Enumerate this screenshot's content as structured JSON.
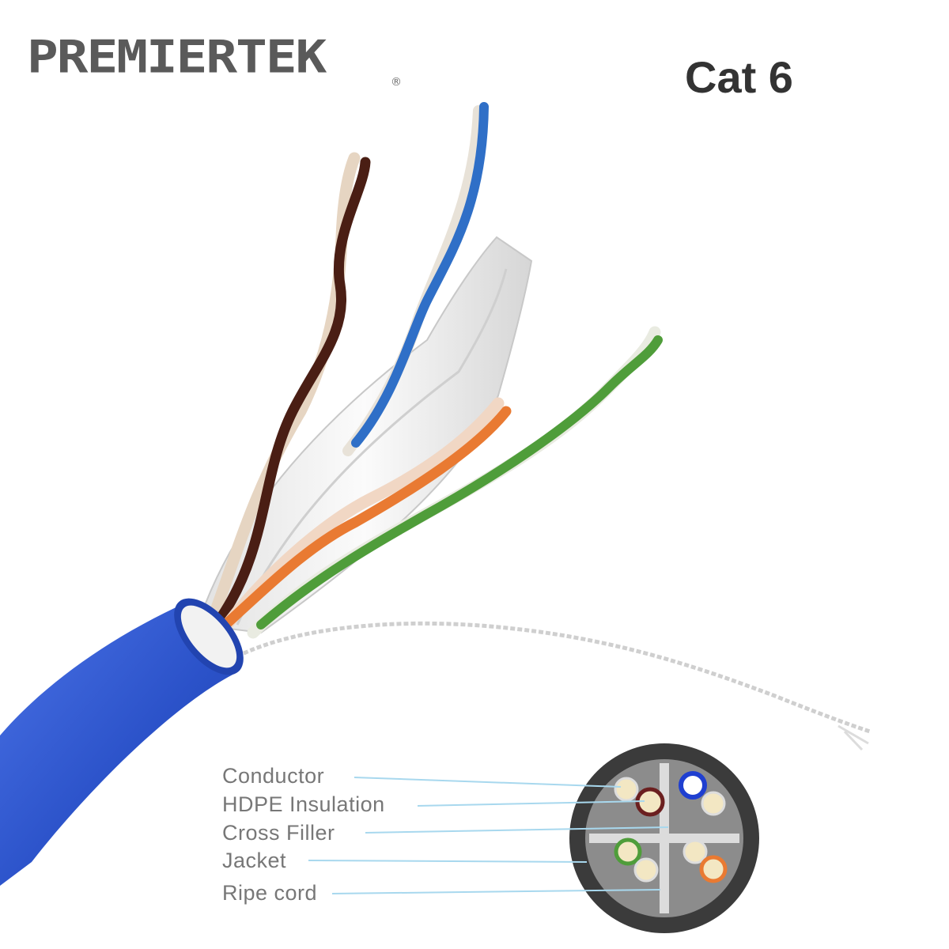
{
  "brand": {
    "logo_text": "PREMIERTEK",
    "registered_mark": "®"
  },
  "product": {
    "category": "Cat 6"
  },
  "cross_section_legend": {
    "items": [
      {
        "label": "Conductor"
      },
      {
        "label": "HDPE Insulation"
      },
      {
        "label": "Cross Filler"
      },
      {
        "label": "Jacket"
      },
      {
        "label": "Ripe cord"
      }
    ]
  },
  "colors": {
    "jacket_blue": "#2d54c8",
    "pair_brown": "#4a1e14",
    "pair_blue": "#2f6fc7",
    "pair_orange": "#e97a32",
    "pair_green": "#4f9d3a",
    "leader_line": "#a8d8ee"
  }
}
